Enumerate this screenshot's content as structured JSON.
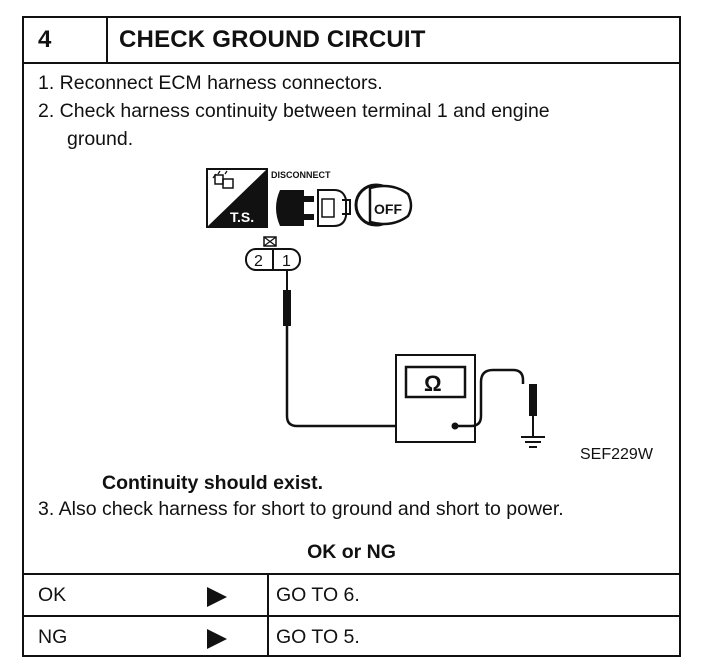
{
  "header": {
    "step_number": "4",
    "title": "CHECK GROUND CIRCUIT"
  },
  "steps": {
    "s1": "1.  Reconnect ECM harness connectors.",
    "s2_line1": "2.  Check harness continuity between terminal 1 and engine",
    "s2_line2": "ground.",
    "s3": "3.  Also check harness for short to ground and short to power."
  },
  "diagram": {
    "ts_label": "T.S.",
    "disconnect_label": "DISCONNECT",
    "off_label": "OFF",
    "terminal_left": "2",
    "terminal_right": "1",
    "meter_symbol": "Ω",
    "figure_code": "SEF229W"
  },
  "expectation": "Continuity should exist.",
  "result_header": "OK or NG",
  "results": [
    {
      "label": "OK",
      "action": "GO TO 6."
    },
    {
      "label": "NG",
      "action": "GO TO 5."
    }
  ],
  "colors": {
    "ink": "#111111",
    "paper": "#ffffff"
  }
}
